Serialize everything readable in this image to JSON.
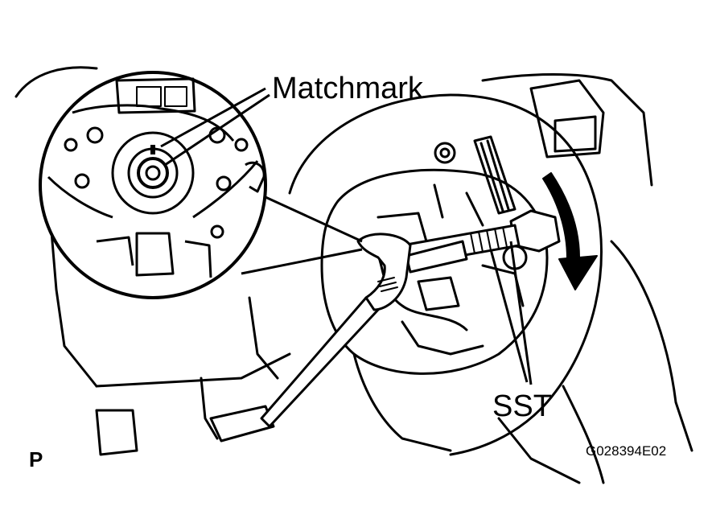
{
  "labels": {
    "matchmark": "Matchmark",
    "sst": "SST",
    "view_code": "P",
    "figure_id": "G028394E02"
  },
  "colors": {
    "line": "#000000",
    "paper": "#ffffff"
  },
  "icons": {
    "rotation_arrow": "curved-down-arrow-icon",
    "wrench": "adjustable-wrench-icon"
  }
}
